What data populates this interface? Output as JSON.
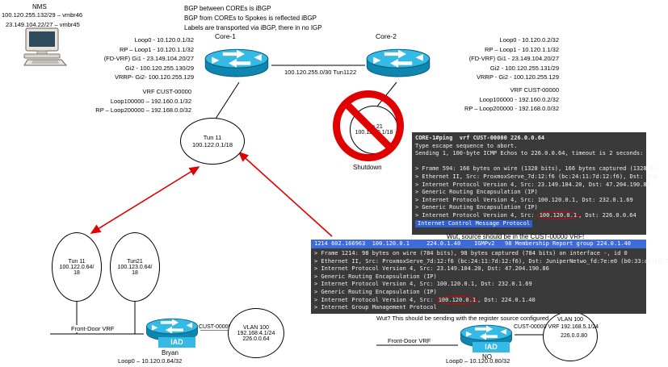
{
  "colors": {
    "router_light": "#35B9E5",
    "router_dark": "#0E86B0",
    "router_stroke": "#0A607F",
    "terminal_bg": "#3A3A3A",
    "terminal_text": "#F0F0F0",
    "highlight_blue": "#2E5FD0",
    "capture_header_blue": "#3D6BD8",
    "annotation_red": "#E00000"
  },
  "nms": {
    "label": "NMS",
    "ip1": "100.120.255.132/29 – vmbr46",
    "ip2": "23.149.104.22/27 – vmbr45"
  },
  "bgp_notes": {
    "line1": "BGP between COREs is iBGP",
    "line2": "BGP from COREs to Spokes is reflected iBGP",
    "line3": "Labels are transported via iBGP, there in no IGP"
  },
  "core1": {
    "name": "Core-1",
    "interfaces": [
      "Loop0 - 10.120.0.1/32",
      "RP – Loop1 - 10.120.1.1/32",
      "(FD-VRF) Gi1 - 23.149.104.20/27",
      "Gi2 - 100.120.255.130/29",
      "VRRP- Gi2- 100.120.255.129"
    ],
    "vrf_title": "VRF CUST-00000",
    "vrf1": "Loop100000 – 192.160.0.1/32",
    "vrf2": "RP – Loop200000 – 192.168.0.0/32"
  },
  "core2": {
    "name": "Core-2",
    "interfaces": [
      "Loop0 - 10.120.0.2/32",
      "RP – Loop1 - 10.120.1.1/32",
      "(FD-VRF) Gi1 - 23.149.104.20/27",
      "Gi2 - 100.120.255.131/29",
      "VRRP - Gi2 - 100.120.255.129"
    ],
    "vrf_title": "VRF CUST-00000",
    "vrf1": "Loop100000 - 192.160.0.2/32",
    "vrf2": "RP – Loop200000 - 192.168.0.0/32"
  },
  "core_link_label": "100.120.255.0/30 Tun1122",
  "tun11_core": {
    "name": "Tun 11",
    "subnet": "100.122.0.1/18"
  },
  "tun21_core": {
    "name": "Tun 21",
    "subnet": "100.122.0.1/18",
    "status": "Shutdown"
  },
  "terminal_ping": {
    "lines": [
      "CORE-1#ping  vrf CUST-00000 226.0.0.64",
      "Type escape sequence to abort.",
      "Sending 1, 100-byte ICMP Echos to 226.0.0.64, timeout is 2 seconds:",
      "",
      "> Frame 594: 166 bytes on wire (1328 bits), 166 bytes captured (1328 bi",
      "> Ethernet II, Src: ProxmoxServe_7d:12:f6 (bc:24:11:7d:12:f6), Dst: Jun",
      "> Internet Protocol Version 4, Src: 23.149.104.20, Dst: 47.204.190.86",
      "> Generic Routing Encapsulation (IP)",
      "> Internet Protocol Version 4, Src: 100.120.0.1, Dst: 232.0.1.69",
      "> Generic Routing Encapsulation (IP)"
    ],
    "circled": {
      "prefix": "> Internet Protocol Version 4, Src: ",
      "ip": "100.120.0.1",
      "suffix": ", Dst: 226.0.0.64"
    },
    "highlight": "Internet Control Message Protocol"
  },
  "note_vrf": "Wut, source should be in the CUST-00000 VRF!",
  "capture": {
    "header": "1214 602.166963  100.120.0.1     224.0.1.40    IGMPv2   98 Membership Report group 224.0.1.40",
    "lines": [
      "> Frame 1214: 98 bytes on wire (784 bits), 98 bytes captured (784 bits) on interface -, id 0",
      "> Ethernet II, Src: ProxmoxServe_7d:12:f6 (bc:24:11:7d:12:f6), Dst: JuniperNetwo_fd:7e:e0 (b0:33:a6:fd:7",
      "> Internet Protocol Version 4, Src: 23.149.104.20, Dst: 47.204.190.86",
      "> Generic Routing Encapsulation (IP)",
      "> Internet Protocol Version 4, Src: 100.120.0.1, Dst: 232.0.1.69",
      "> Generic Routing Encapsulation (IP)"
    ],
    "circled": {
      "prefix": "> Internet Protocol Version 4, Src: ",
      "ip": "100.120.0.1",
      "suffix": ", Dst: 224.0.1.40"
    },
    "line_after": "> Internet Group Management Protocol"
  },
  "note_register": "Wut? This should be sending with the register source configured",
  "site_bryan": {
    "tun11": {
      "line1": "Tun 11",
      "line2": "100.122.0.64/",
      "line3": "18"
    },
    "tun21": {
      "line1": "Tun21",
      "line2": "100.123.0.64/",
      "line3": "18"
    },
    "front_door": "Front-Door VRF",
    "router_label": "IAD",
    "hostname": "Bryan",
    "cust_vrf": "CUST-00000 VRF",
    "vlan": {
      "line1": "VLAN 100",
      "line2": "192.168.4.1/24",
      "line3": "226.0.0.64"
    },
    "loopback": "Loop0 – 10.120.0.64/32"
  },
  "site_no": {
    "front_door": "Front-Door VRF",
    "router_label": "IAD",
    "hostname": "NO",
    "cust_vrf": "CUST-00000 VRF 192.168.5.1/24",
    "mcast": "226.0.0.80",
    "vlan": {
      "line1": "VLAN 100"
    },
    "loopback": "Loop0 – 10.120.0.80/32"
  }
}
